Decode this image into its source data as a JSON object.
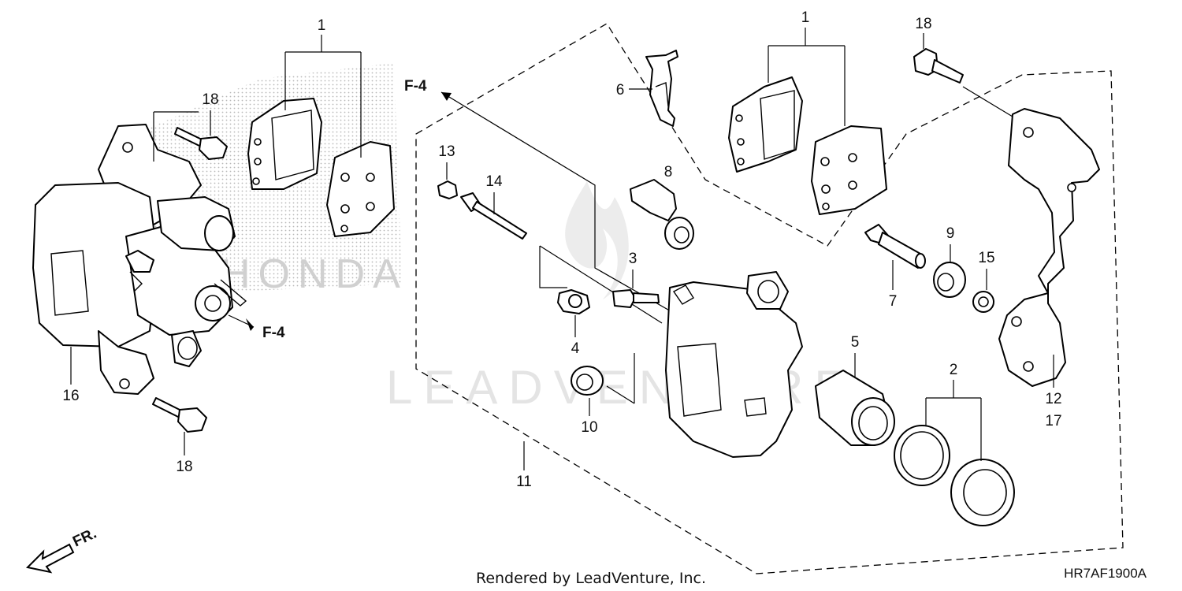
{
  "diagram": {
    "callouts": {
      "left_pad_1": "1",
      "left_bolt_top_18": "18",
      "left_caliper_16": "16",
      "left_bolt_bottom_18": "18",
      "pad_1": "1",
      "spring_6": "6",
      "bolt_top_18": "18",
      "boot_13": "13",
      "pin_14": "14",
      "boot_8": "8",
      "bleeder_3": "3",
      "cap_4": "4",
      "boot_10": "10",
      "bracket_11": "11",
      "pin_7": "7",
      "boot_9": "9",
      "ring_15": "15",
      "piston_5": "5",
      "seal_2": "2",
      "bracket_12": "12",
      "bracket_17": "17"
    },
    "reference_left": "F-4",
    "reference_top": "F-4",
    "direction_label": "FR.",
    "watermark": "LEADVENTURE",
    "brand_watermark": "HONDA",
    "footer_text": "Rendered by LeadVenture, Inc.",
    "diagram_code": "HR7AF1900A"
  }
}
